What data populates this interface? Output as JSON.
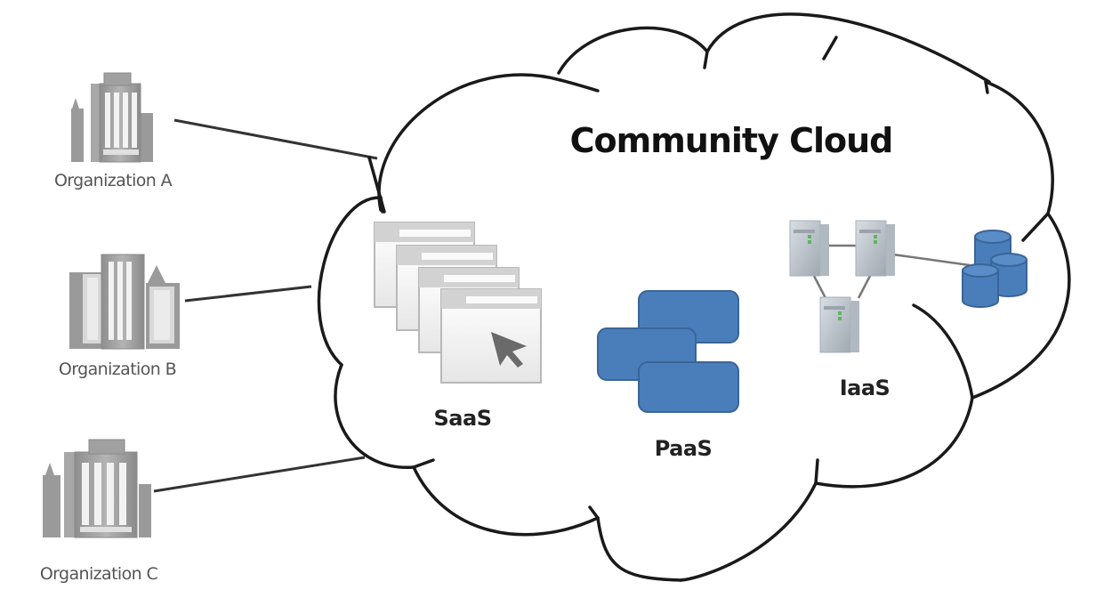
{
  "diagram": {
    "title": "Community Cloud",
    "organizations": [
      {
        "id": "org-a",
        "label": "Organization A",
        "icon": "office-building-icon"
      },
      {
        "id": "org-b",
        "label": "Organization B",
        "icon": "city-buildings-icon"
      },
      {
        "id": "org-c",
        "label": "Organization C",
        "icon": "office-building-icon"
      }
    ],
    "services": [
      {
        "id": "saas",
        "label": "SaaS",
        "icon": "browser-windows-icon"
      },
      {
        "id": "paas",
        "label": "PaaS",
        "icon": "platform-blocks-icon"
      },
      {
        "id": "iaas",
        "label": "IaaS",
        "icon": "servers-and-storage-icon"
      }
    ],
    "connections": [
      {
        "from": "org-a",
        "to": "community-cloud"
      },
      {
        "from": "org-b",
        "to": "community-cloud"
      },
      {
        "from": "org-c",
        "to": "community-cloud"
      }
    ],
    "colors": {
      "cloud_outline": "#1a1a1a",
      "accent_blue": "#4a7ebb",
      "accent_blue_border": "#3a6597",
      "building_gray": "#9a9a9a",
      "server_gray": "#c4ccd4"
    }
  }
}
